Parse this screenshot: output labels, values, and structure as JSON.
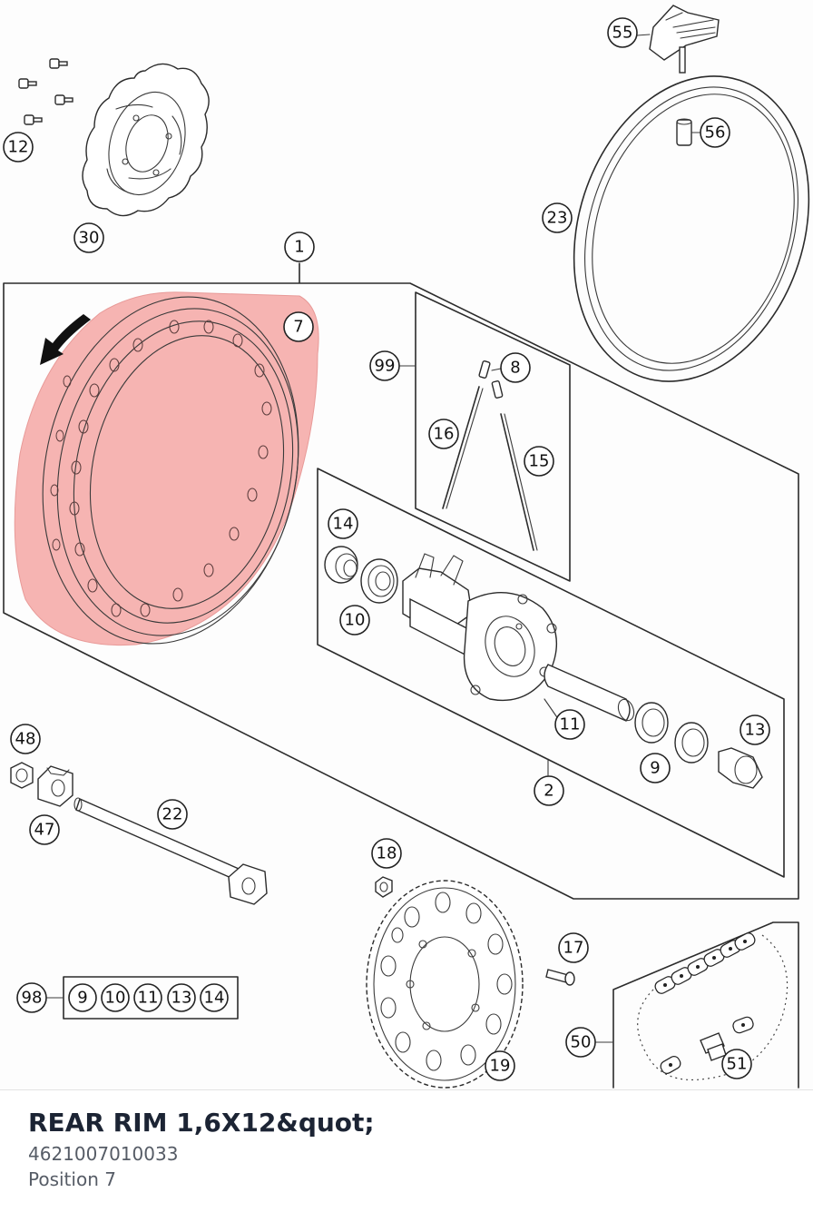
{
  "diagram": {
    "callouts": [
      "1",
      "2",
      "7",
      "8",
      "9",
      "10",
      "11",
      "12",
      "13",
      "14",
      "15",
      "16",
      "17",
      "18",
      "19",
      "22",
      "23",
      "30",
      "47",
      "48",
      "50",
      "51",
      "55",
      "56",
      "98",
      "99"
    ],
    "kit_98_items": [
      "9",
      "10",
      "11",
      "13",
      "14"
    ],
    "highlight_color": "#f4a7a5"
  },
  "part": {
    "title": "REAR RIM 1,6X12&quot;",
    "number": "4621007010033",
    "position": "Position 7"
  }
}
